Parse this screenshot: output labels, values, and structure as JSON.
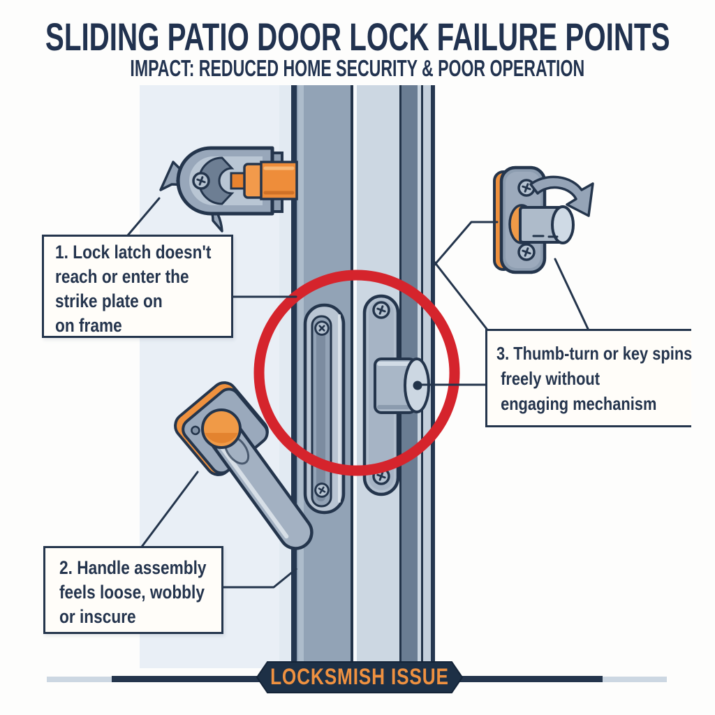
{
  "header": {
    "title": "SLIDING PATIO DOOR LOCK FAILURE POINTS",
    "subtitle": "IMPACT: REDUCED HOME SECURITY & POOR OPERATION"
  },
  "callouts": [
    {
      "number": "1",
      "text": "1. Lock latch doesn't\nreach or enter the\nstrike plate on\non frame"
    },
    {
      "number": "2",
      "text": "2. Handle assembly\nfeels loose, wobbly\nor inscure"
    },
    {
      "number": "3",
      "text": "3. Thumb-turn or key spins\n freely without\n engaging mechanism"
    }
  ],
  "banner": {
    "label": "LOCKSMISH ISSUE"
  },
  "colors": {
    "navy_text": "#21324f",
    "outline_navy": "#24354c",
    "accent_orange": "#ef913e",
    "alert_red": "#d5242c",
    "door_stile_gray": "#92a3b6",
    "door_panel_light": "#ccd7e2",
    "door_strip_dark": "#6a7d93",
    "glass_blue": "#e9eff6",
    "banner_navy": "#1d3046",
    "callout_bg": "#fffdf9"
  },
  "icons": {
    "latch_rotation": "curved-arrow-ccw-icon",
    "thumbturn_rotation": "curved-arrow-cw-icon",
    "screw": "phillips-screw-icon",
    "highlight": "red-circle-highlight"
  }
}
